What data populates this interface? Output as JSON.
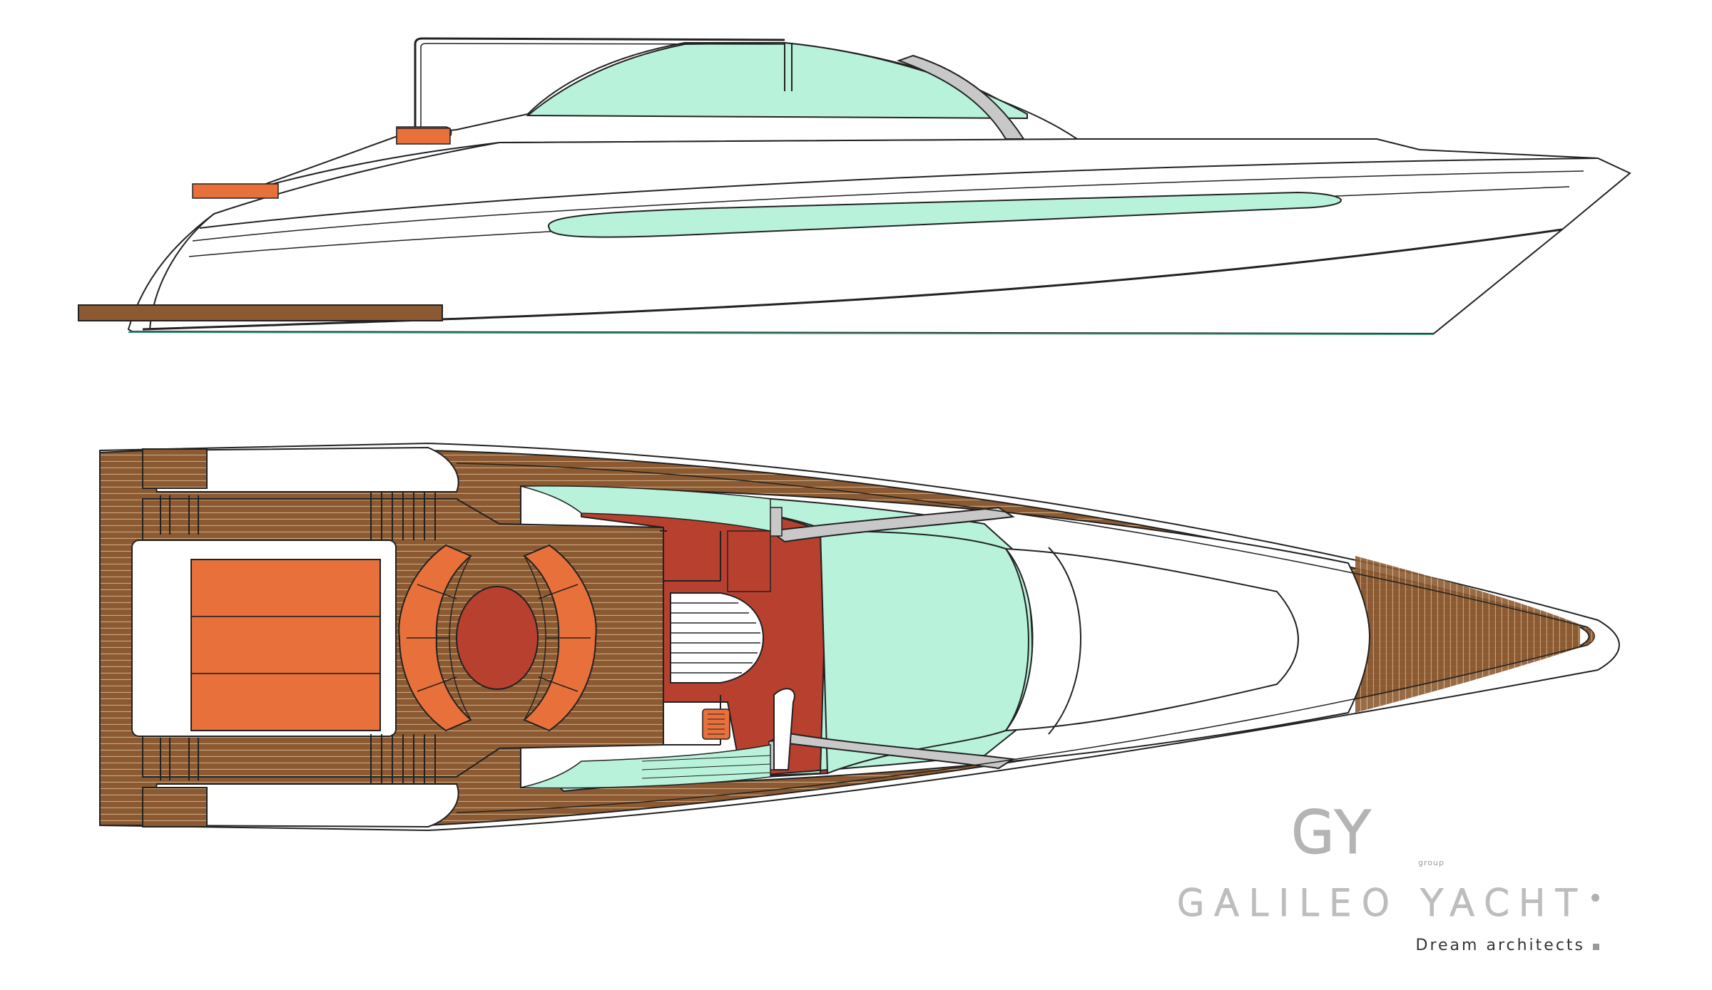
{
  "colors": {
    "hull": "#ffffff",
    "outline": "#222222",
    "glass": "#b8f2da",
    "teak": "#8b5a32",
    "teak_line": "#c9a57a",
    "cushion": "#e8703a",
    "red_floor": "#b8402f",
    "steel": "#c8c8c8",
    "deck_trim": "#9c6a3c"
  },
  "views": {
    "side_view": "profile",
    "top_view": "deck-plan"
  },
  "branding": {
    "logo_mark": "GY",
    "logo_small": "group",
    "name": "GALILEO YACHT",
    "tagline": "Dream architects"
  }
}
